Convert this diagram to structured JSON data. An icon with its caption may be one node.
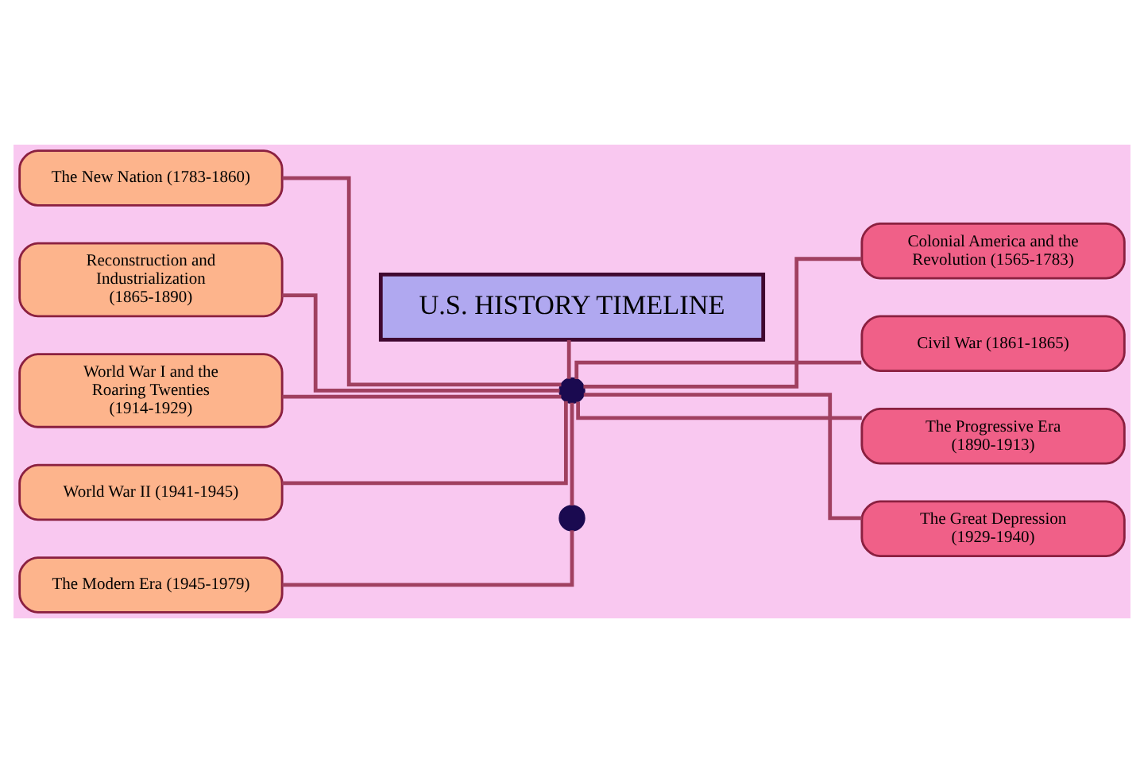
{
  "diagram": {
    "nodes": [
      {
        "text": [
          "U.S. HISTORY TIMELINE"
        ]
      },
      {
        "text": [],
        "shape": "circle"
      },
      {
        "text": [
          "Colonial America and the Revolution (1565-1783)"
        ]
      },
      {
        "text": [
          "The New Nation (1783-1860)"
        ]
      },
      {
        "text": [
          "Civil War (1861-1865)"
        ]
      },
      {
        "text": [
          "Reconstruction and Industrialization (1865-1890)"
        ]
      },
      {
        "text": [
          "The Progressive Era (1890-1913)"
        ]
      },
      {
        "text": [
          "World War I and the Roaring Twenties (1914-1929)"
        ]
      },
      {
        "text": [
          "The Great Depression (1929-1940)"
        ]
      },
      {
        "text": [
          "World War II (1941-1945)"
        ]
      },
      {
        "text": [
          "The Modern Era (1945-1979)"
        ]
      },
      {
        "text": [],
        "shape": "circle"
      }
    ],
    "edges": [
      {
        "from": 0,
        "to": 1,
        "arrow": "none"
      },
      {
        "from": 1,
        "to": 11,
        "arrow": "none"
      },
      {
        "from": 1,
        "to": 2,
        "arrow": "none"
      },
      {
        "from": 1,
        "to": 3,
        "arrow": "none"
      },
      {
        "from": 1,
        "to": 4,
        "arrow": "none"
      },
      {
        "from": 1,
        "to": 5,
        "arrow": "none"
      },
      {
        "from": 1,
        "to": 6,
        "arrow": "none"
      },
      {
        "from": 1,
        "to": 7,
        "arrow": "none"
      },
      {
        "from": 1,
        "to": 8,
        "arrow": "none"
      },
      {
        "from": 1,
        "to": 9,
        "arrow": "none"
      },
      {
        "from": 11,
        "to": 10,
        "arrow": "none"
      }
    ]
  }
}
